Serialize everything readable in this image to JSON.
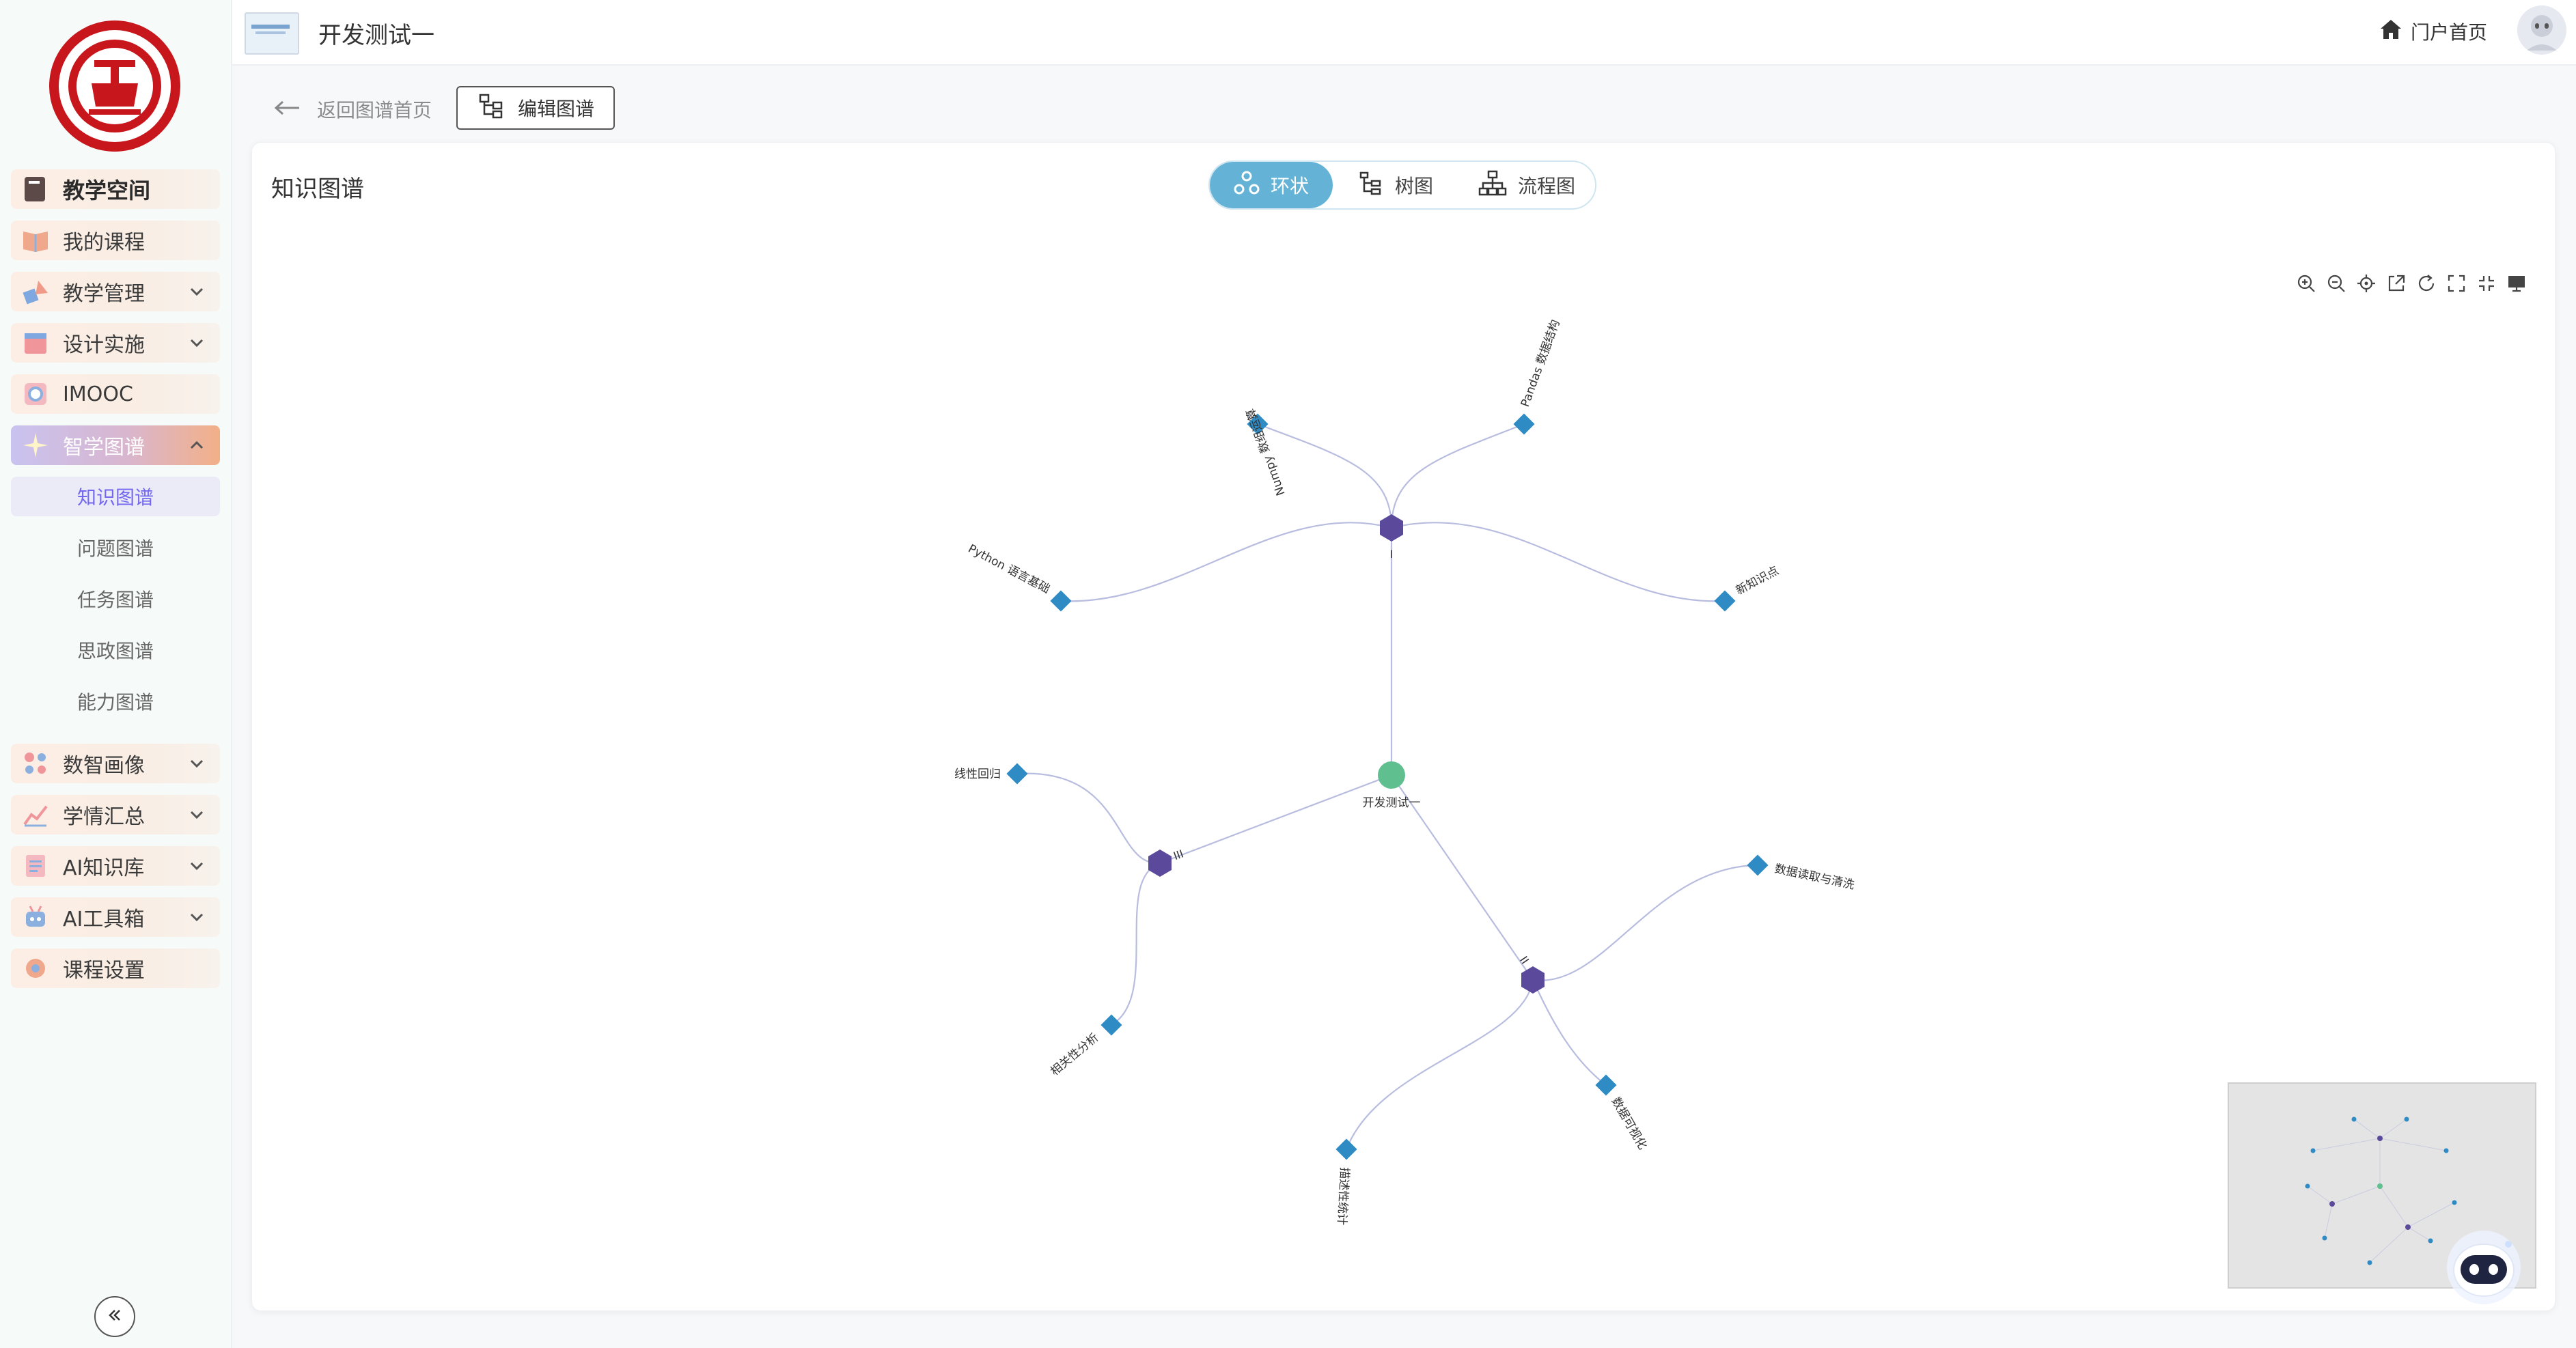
{
  "topbar": {
    "course_title": "开发测试一",
    "portal_label": "门户首页"
  },
  "sidebar": {
    "items": [
      {
        "label": "教学空间"
      },
      {
        "label": "我的课程"
      },
      {
        "label": "教学管理"
      },
      {
        "label": "设计实施"
      },
      {
        "label": "IMOOC"
      },
      {
        "label": "智学图谱"
      },
      {
        "label": "数智画像"
      },
      {
        "label": "学情汇总"
      },
      {
        "label": "AI知识库"
      },
      {
        "label": "AI工具箱"
      },
      {
        "label": "课程设置"
      }
    ],
    "sub_items": [
      {
        "label": "知识图谱"
      },
      {
        "label": "问题图谱"
      },
      {
        "label": "任务图谱"
      },
      {
        "label": "思政图谱"
      },
      {
        "label": "能力图谱"
      }
    ]
  },
  "toolbar": {
    "back_label": "返回图谱首页",
    "edit_label": "编辑图谱"
  },
  "panel": {
    "title": "知识图谱",
    "tabs": [
      {
        "label": "环状",
        "active": true
      },
      {
        "label": "树图",
        "active": false
      },
      {
        "label": "流程图",
        "active": false
      }
    ]
  },
  "graph": {
    "root": "开发测试一",
    "groups": [
      "I",
      "II",
      "III"
    ],
    "leaves": [
      "Numpy 数组运算",
      "Pandas 数据结构",
      "Python 语言基础",
      "新知识点",
      "线性回归",
      "相关性分析",
      "数据读取与清洗",
      "描述性统计",
      "数据可视化"
    ],
    "colors": {
      "root": "#5fbf8f",
      "group": "#5b4a9c",
      "leaf": "#2f8bc4",
      "edge": "#b8bde0"
    }
  },
  "colors": {
    "accent": "#64b3d6",
    "active_sub": "#7367f0"
  }
}
